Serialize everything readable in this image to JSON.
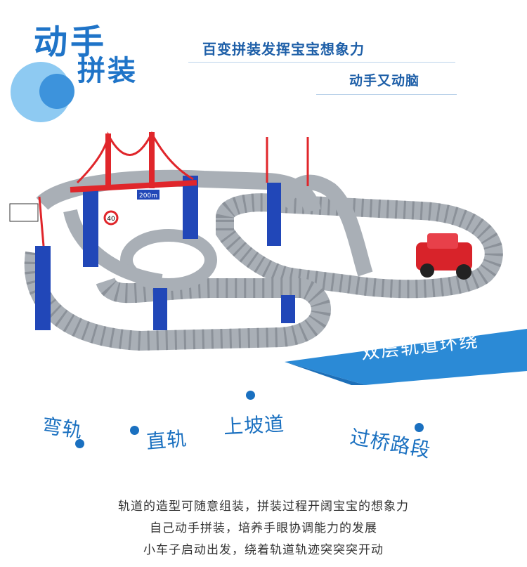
{
  "header": {
    "title_line1": "动手",
    "title_line2": "拼装",
    "slogan_primary": "百变拼装发挥宝宝想象力",
    "slogan_secondary": "动手又动脑"
  },
  "product_image": {
    "bridge_sign": "200m",
    "speed_sign": "40"
  },
  "banner": {
    "text": "双层轨道环绕"
  },
  "features": [
    {
      "label": "弯轨"
    },
    {
      "label": "直轨"
    },
    {
      "label": "上坡道"
    },
    {
      "label": "过桥路段"
    }
  ],
  "description": {
    "lines": [
      "轨道的造型可随意组装，拼装过程开阔宝宝的想象力",
      "自己动手拼装，培养手眼协调能力的发展",
      "小车子启动出发，绕着轨道轨迹突突突开动"
    ]
  },
  "colors": {
    "brand_blue": "#1f74c8",
    "light_blue": "#8ecaf2",
    "track_gray": "#a9afb6",
    "pillar_blue": "#2147b8",
    "bridge_red": "#e0262b"
  }
}
